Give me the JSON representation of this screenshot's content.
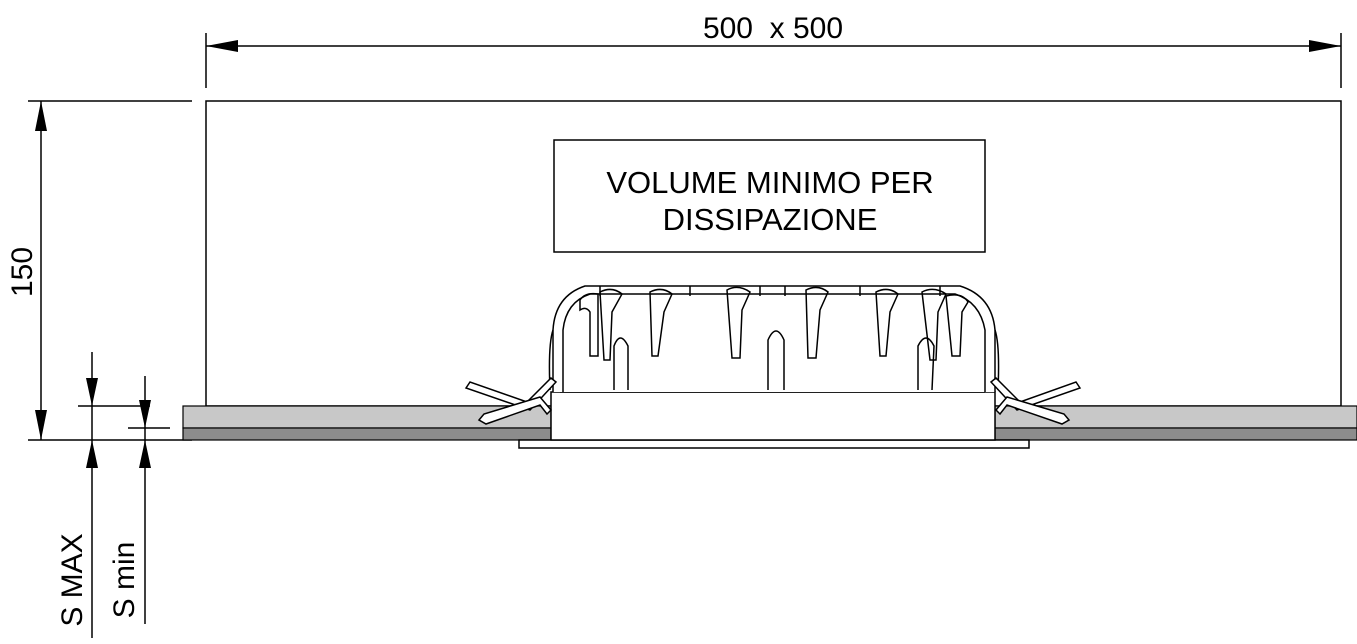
{
  "dimensions": {
    "width_label": "500  x 500",
    "height_label": "150",
    "s_max_label": "S MAX",
    "s_min_label": "S min"
  },
  "box": {
    "line1": "VOLUME MINIMO PER",
    "line2": "DISSIPAZIONE"
  },
  "colors": {
    "line": "#000000",
    "ceiling_fill": "#c8c8c8",
    "ceiling_dark": "#8c8c8c",
    "background": "#ffffff"
  }
}
